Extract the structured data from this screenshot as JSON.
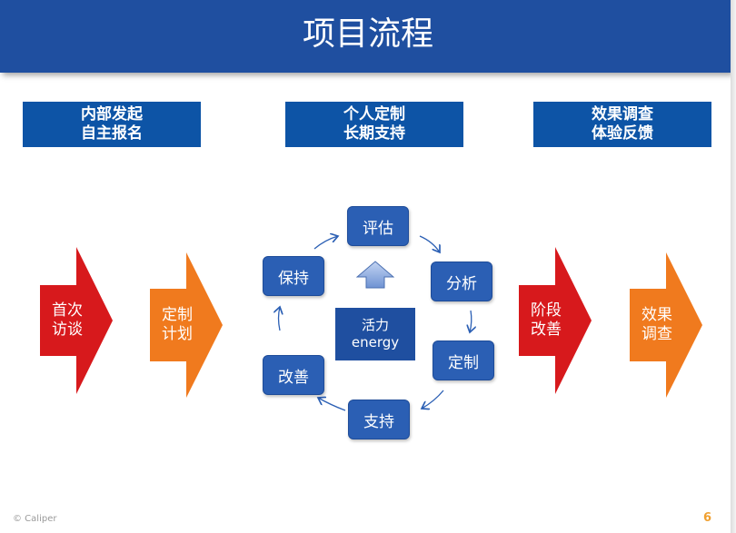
{
  "header": {
    "title": "项目流程"
  },
  "columns": [
    {
      "line1": "内部发起",
      "line2": "自主报名"
    },
    {
      "line1": "个人定制",
      "line2": "长期支持"
    },
    {
      "line1": "效果调查",
      "line2": "体验反馈"
    }
  ],
  "cycle": {
    "nodes": [
      "评估",
      "分析",
      "定制",
      "支持",
      "改善",
      "保持"
    ],
    "center_line1": "活力",
    "center_line2": "energy"
  },
  "arrows": [
    {
      "line1": "首次",
      "line2": "访谈",
      "color": "#d7191c"
    },
    {
      "line1": "定制",
      "line2": "计划",
      "color": "#f07a1e"
    },
    {
      "line1": "阶段",
      "line2": "改善",
      "color": "#d7191c"
    },
    {
      "line1": "效果",
      "line2": "调查",
      "color": "#f07a1e"
    }
  ],
  "footer": {
    "logo": "© Caliper",
    "page": "6"
  }
}
